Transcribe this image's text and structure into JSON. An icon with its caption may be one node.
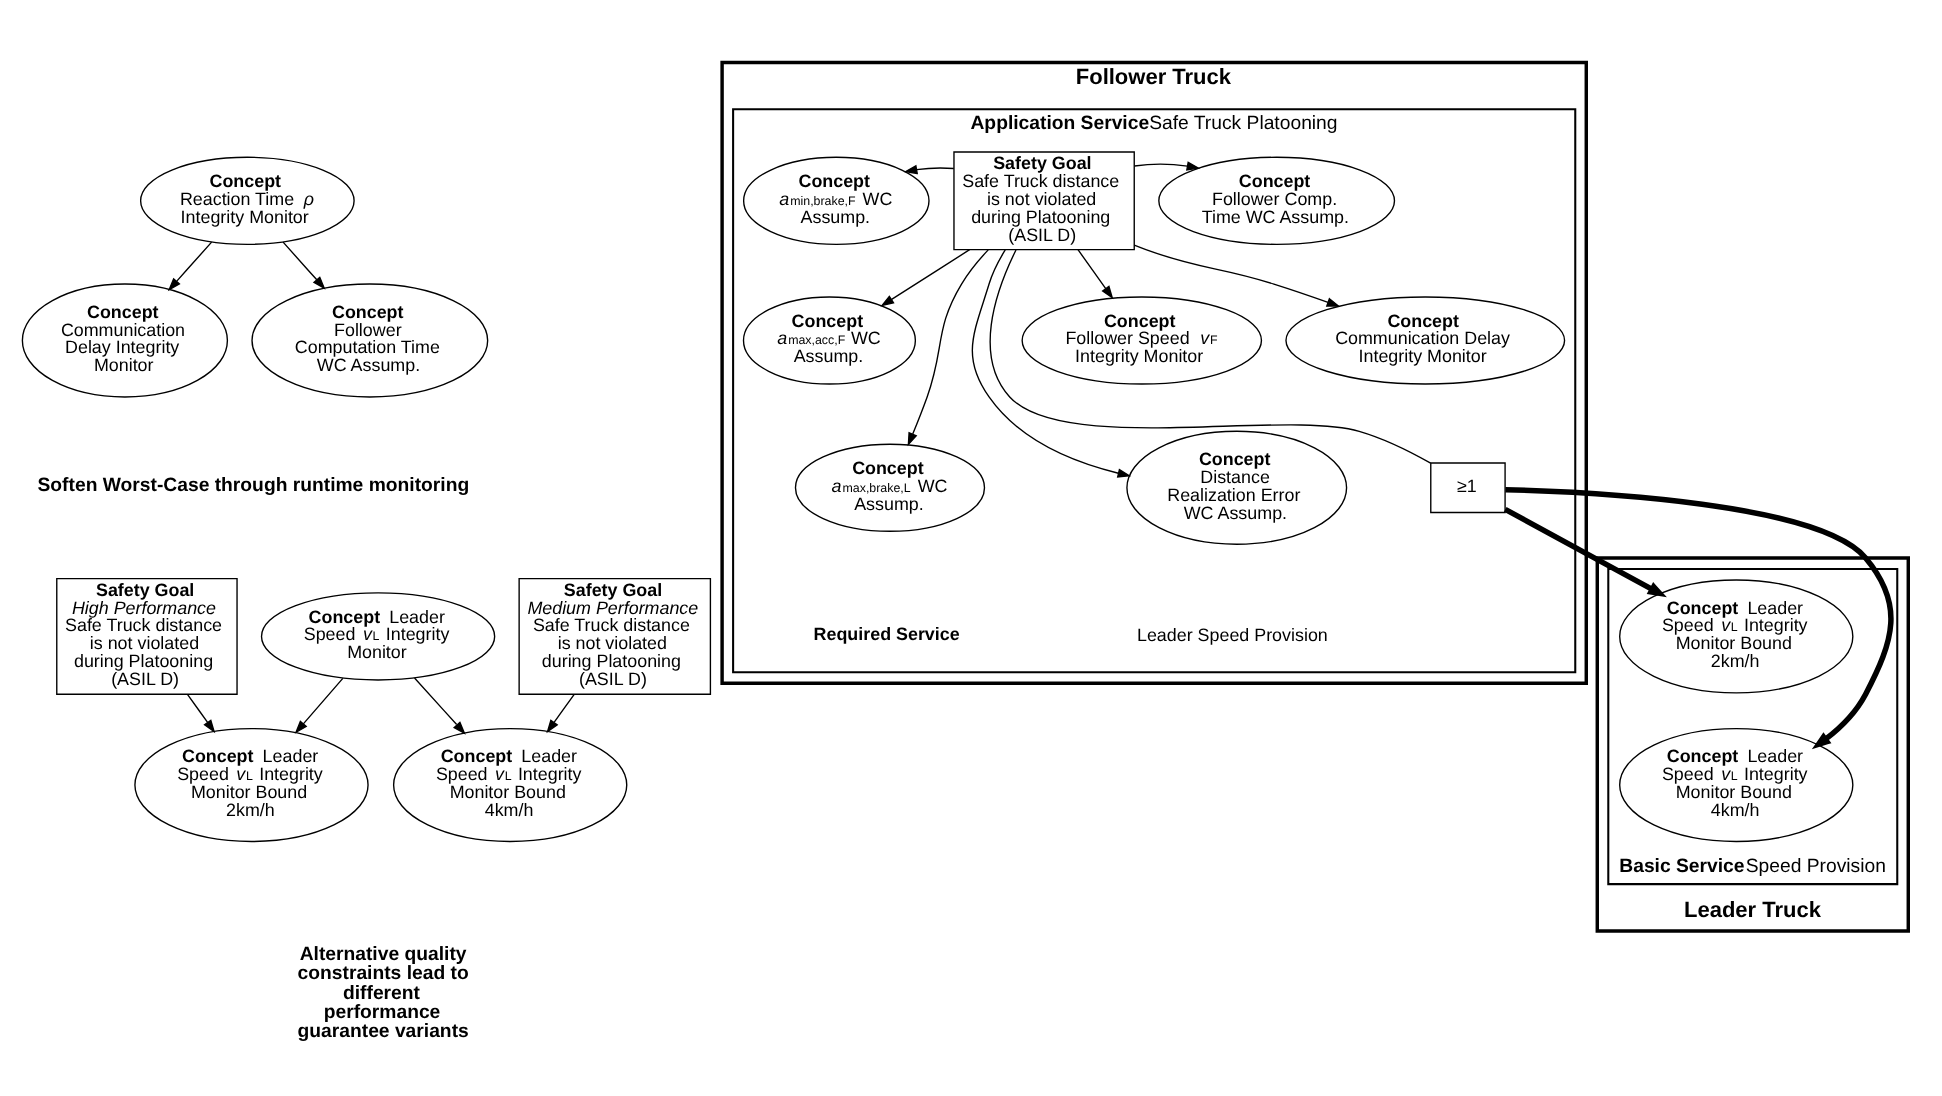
{
  "diagram": {
    "nodes": [
      {
        "text": [
          "Concept",
          "Reaction Time *ρ* Integrity Monitor"
        ]
      },
      {
        "text": [
          "Concept",
          "Communication Delay Integrity Monitor"
        ]
      },
      {
        "text": [
          "Concept",
          "Follower Computation Time WC Assump."
        ]
      },
      {
        "text": [
          "Safety Goal",
          "*High Performance* Safe Truck distance is not violated during Platooning (ASIL D)"
        ]
      },
      {
        "text": [
          "Safety Goal",
          "*Medium Performance* Safe Truck distance is not violated during Platooning (ASIL D)"
        ]
      },
      {
        "text": [
          "**Concept** Leader Speed *v*$_{L}$ Integrity Monitor Bound 2km/h"
        ]
      },
      {
        "text": [
          "**Concept** Leader Speed *v*$_{L}$ Integrity Monitor Bound 4km/h"
        ]
      },
      {
        "text": [
          "**Concept** Leader Speed *v*$_{L}$ Integrity Monitor"
        ]
      },
      {
        "text": [
          "Follower Truck"
        ]
      },
      {
        "text": [
          "Application Service",
          "Safe Truck Platooning"
        ],
        "in": 8,
        "beside": [
          "Required Service",
          "Leader Speed Provision"
        ]
      },
      {
        "text": [
          "Safety Goal",
          "Safe Truck distance is not violated during Platooning (ASIL D)"
        ],
        "in": 9
      },
      {
        "text": [
          "Concept",
          "*a*$_{min,brake,F}$ WC Assump."
        ],
        "in": 9
      },
      {
        "text": [
          "Concept",
          "Follower Comp. Time WC Assump."
        ],
        "in": 9
      },
      {
        "text": [
          "Concept",
          "*a*$_{max,acc,F}$ WC Assump."
        ],
        "in": 9
      },
      {
        "text": [
          "Concept",
          "Follower Speed *v*$_{F}$ Integrity Monitor"
        ],
        "in": 9
      },
      {
        "text": [
          "Concept",
          "Communication Delay Integrity Monitor"
        ],
        "in": 9
      },
      {
        "text": [
          "Concept",
          "*a*$_{max,brake,L}$ WC Assump."
        ],
        "in": 9
      },
      {
        "text": [
          "≥1"
        ],
        "in": 9
      },
      {
        "text": [
          "Concept",
          "Distance Realization Error WC Assump."
        ],
        "in": 9
      },
      {
        "text": [
          "Leader Truck"
        ]
      },
      {
        "text": [
          "Basic Service",
          "Speed Provision"
        ],
        "in": 19
      },
      {
        "text": [
          "**Concept** Leader Speed *v*$_{L}$ Integrity Monitor Bound 2km/h"
        ],
        "in": 20
      },
      {
        "text": [
          "**Concept** Leader Speed *v*$_{L}$ Integrity Monitor Bound 4km/h"
        ],
        "in": 20
      }
    ],
    "edges": [
      {
        "from": 0,
        "to": 1,
        "arrow": "to"
      },
      {
        "from": 0,
        "to": 2,
        "arrow": "to"
      },
      {
        "from": 3,
        "to": 5,
        "arrow": "to"
      },
      {
        "from": 4,
        "to": 6,
        "arrow": "to"
      },
      {
        "from": 7,
        "to": 5,
        "arrow": "to"
      },
      {
        "from": 7,
        "to": 6,
        "arrow": "to"
      },
      {
        "from": 10,
        "to": 11,
        "arrow": "to"
      },
      {
        "from": 10,
        "to": 12,
        "arrow": "to"
      },
      {
        "from": 10,
        "to": 13,
        "arrow": "to"
      },
      {
        "from": 10,
        "to": 14,
        "arrow": "to"
      },
      {
        "from": 10,
        "to": 15,
        "arrow": "to"
      },
      {
        "from": 10,
        "to": 16,
        "arrow": "to"
      },
      {
        "from": 10,
        "to": 18,
        "arrow": "to"
      },
      {
        "from": 10,
        "to": 17,
        "arrow": "none"
      },
      {
        "from": 17,
        "to": 21,
        "arrow": "to",
        "style": "thick"
      },
      {
        "from": 17,
        "to": 22,
        "arrow": "to",
        "style": "thick"
      }
    ],
    "labels": [
      "Soften Worst-Case through runtime monitoring",
      "Alternative quality constraints lead to different performance guarantee variants"
    ]
  }
}
